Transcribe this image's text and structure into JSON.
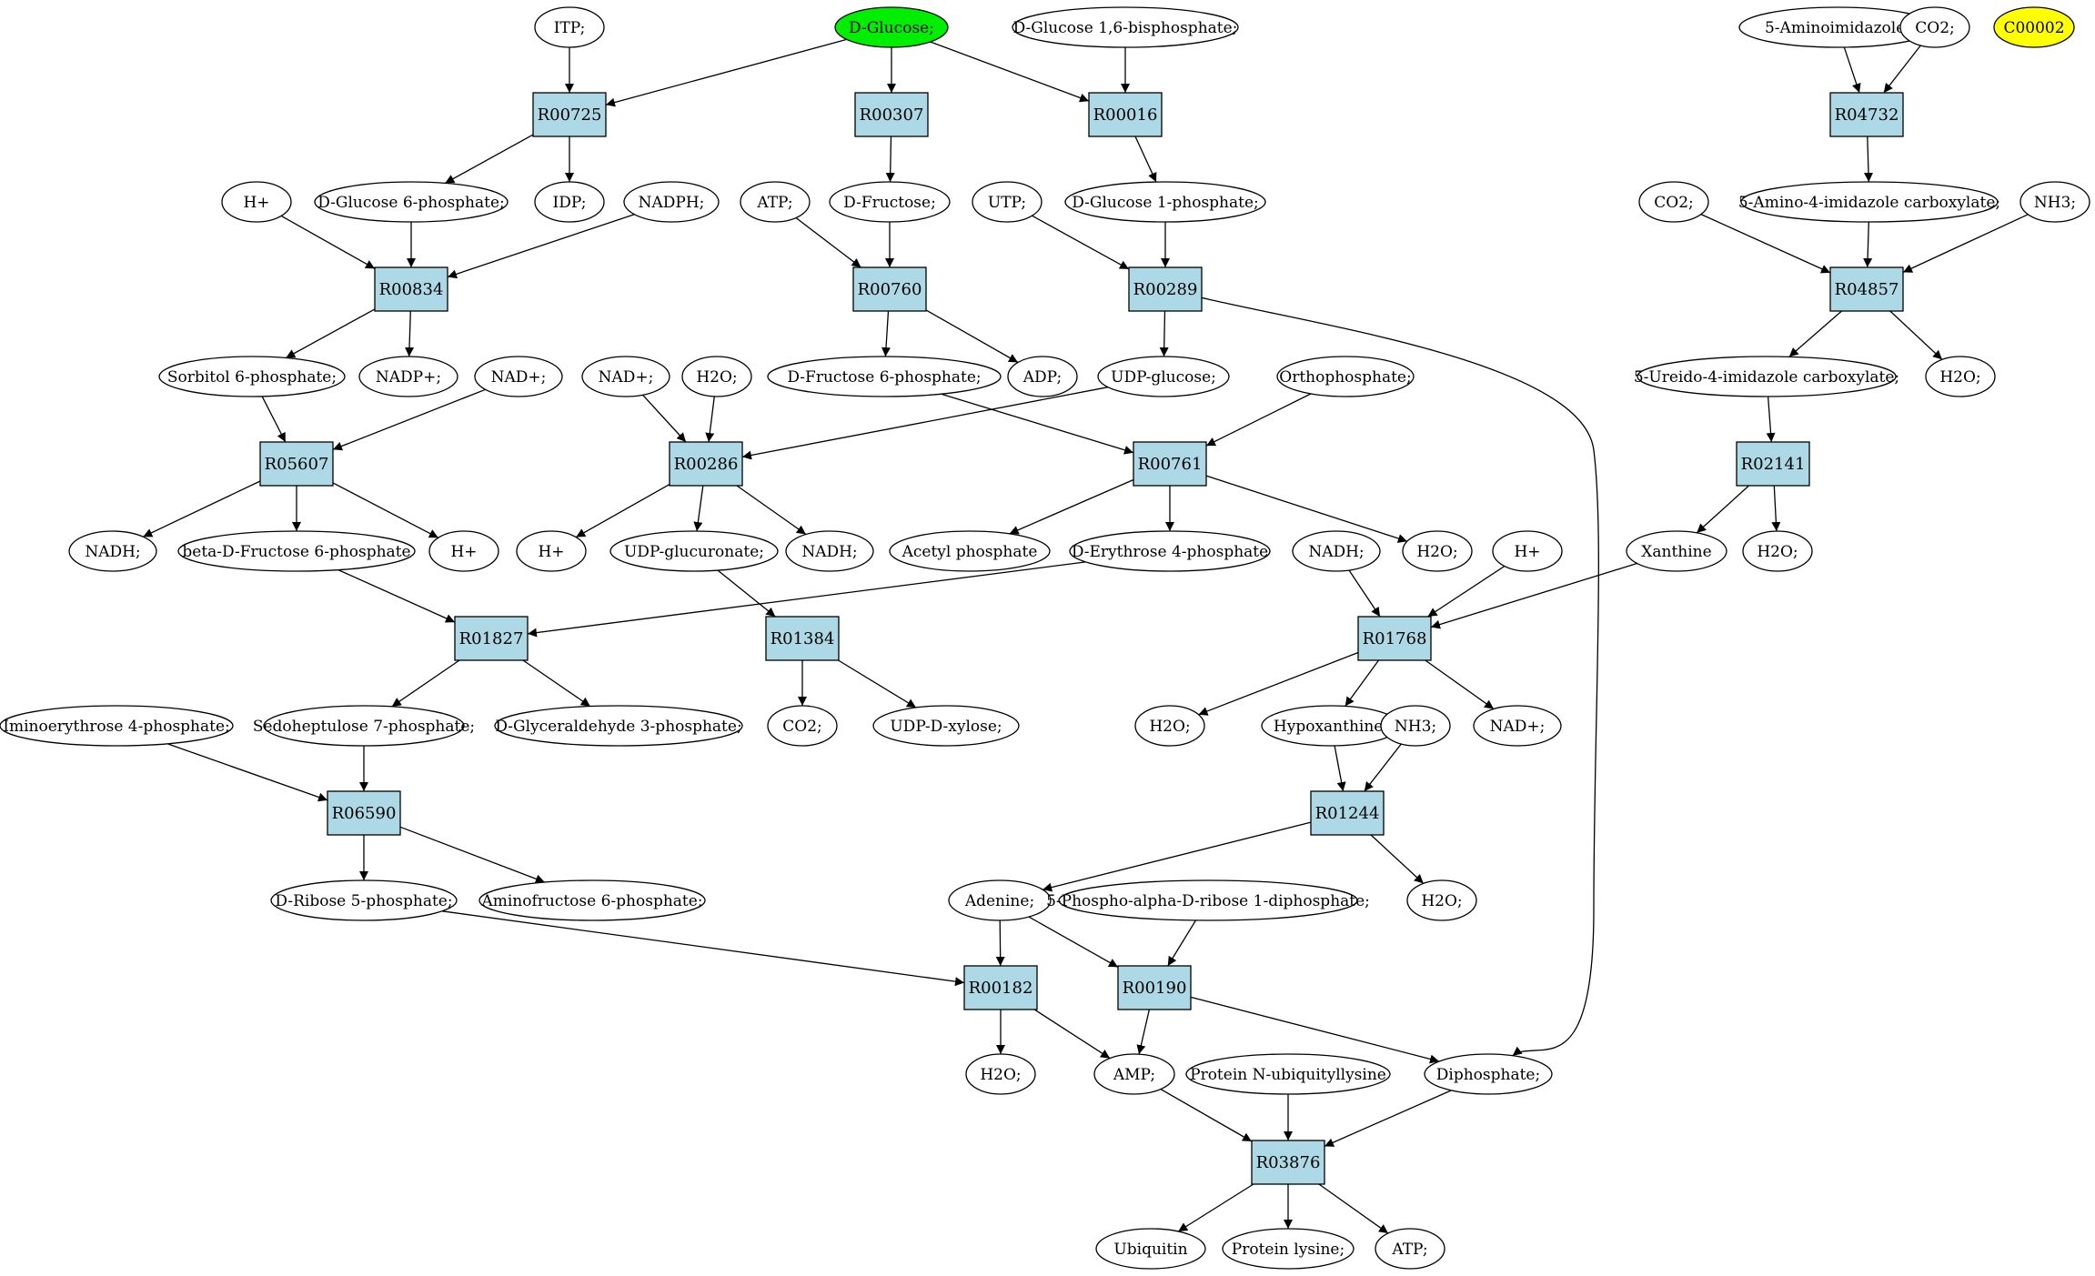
{
  "colors": {
    "compound_fill": "#ffffff",
    "start_fill": "#00ee00",
    "target_fill": "#ffff00",
    "reaction_fill": "#add8e6",
    "stroke": "#000000"
  },
  "compounds": [
    {
      "id": "itp",
      "label": "ITP;"
    },
    {
      "id": "glucose",
      "label": "D-Glucose;",
      "style": "start"
    },
    {
      "id": "g16bp",
      "label": "D-Glucose 1,6-bisphosphate;"
    },
    {
      "id": "aminoimidazole",
      "label": "5-Aminoimidazole;"
    },
    {
      "id": "co2_a",
      "label": "CO2;"
    },
    {
      "id": "c00002",
      "label": "C00002",
      "style": "target"
    },
    {
      "id": "h_a",
      "label": "H+"
    },
    {
      "id": "g6p",
      "label": "D-Glucose 6-phosphate;"
    },
    {
      "id": "idp",
      "label": "IDP;"
    },
    {
      "id": "nadph",
      "label": "NADPH;"
    },
    {
      "id": "atp_a",
      "label": "ATP;"
    },
    {
      "id": "fructose",
      "label": "D-Fructose;"
    },
    {
      "id": "utp",
      "label": "UTP;"
    },
    {
      "id": "g1p",
      "label": "D-Glucose 1-phosphate;"
    },
    {
      "id": "co2_b",
      "label": "CO2;"
    },
    {
      "id": "aic",
      "label": "5-Amino-4-imidazole carboxylate;"
    },
    {
      "id": "nh3_a",
      "label": "NH3;"
    },
    {
      "id": "sorbitol6p",
      "label": "Sorbitol 6-phosphate;"
    },
    {
      "id": "nadp",
      "label": "NADP+;"
    },
    {
      "id": "nad_a",
      "label": "NAD+;"
    },
    {
      "id": "nad_b",
      "label": "NAD+;"
    },
    {
      "id": "h2o_a",
      "label": "H2O;"
    },
    {
      "id": "f6p",
      "label": "D-Fructose 6-phosphate;"
    },
    {
      "id": "adp",
      "label": "ADP;"
    },
    {
      "id": "udpglucose",
      "label": "UDP-glucose;"
    },
    {
      "id": "orthophosphate",
      "label": "Orthophosphate;"
    },
    {
      "id": "ureido",
      "label": "5-Ureido-4-imidazole carboxylate;"
    },
    {
      "id": "h2o_b",
      "label": "H2O;"
    },
    {
      "id": "nadh_a",
      "label": "NADH;"
    },
    {
      "id": "bdf6p",
      "label": "beta-D-Fructose 6-phosphate"
    },
    {
      "id": "h_b",
      "label": "H+"
    },
    {
      "id": "h_c",
      "label": "H+"
    },
    {
      "id": "udpglucuronate",
      "label": "UDP-glucuronate;"
    },
    {
      "id": "nadh_b",
      "label": "NADH;"
    },
    {
      "id": "acetylp",
      "label": "Acetyl phosphate"
    },
    {
      "id": "e4p",
      "label": "D-Erythrose 4-phosphate"
    },
    {
      "id": "nadh_c",
      "label": "NADH;"
    },
    {
      "id": "h2o_c",
      "label": "H2O;"
    },
    {
      "id": "h_d",
      "label": "H+"
    },
    {
      "id": "xanthine",
      "label": "Xanthine"
    },
    {
      "id": "h2o_d",
      "label": "H2O;"
    },
    {
      "id": "iminoe4p",
      "label": "Iminoerythrose 4-phosphate;"
    },
    {
      "id": "s7p",
      "label": "Sedoheptulose 7-phosphate;"
    },
    {
      "id": "g3p",
      "label": "D-Glyceraldehyde 3-phosphate;"
    },
    {
      "id": "co2_c",
      "label": "CO2;"
    },
    {
      "id": "udpxylose",
      "label": "UDP-D-xylose;"
    },
    {
      "id": "h2o_e",
      "label": "H2O;"
    },
    {
      "id": "hypoxanthine",
      "label": "Hypoxanthine;"
    },
    {
      "id": "nh3_b",
      "label": "NH3;"
    },
    {
      "id": "nad_c",
      "label": "NAD+;"
    },
    {
      "id": "r5p",
      "label": "D-Ribose 5-phosphate;"
    },
    {
      "id": "aminofructose6p",
      "label": "Aminofructose 6-phosphate;"
    },
    {
      "id": "adenine",
      "label": "Adenine;"
    },
    {
      "id": "prpp",
      "label": "5-Phospho-alpha-D-ribose 1-diphosphate;"
    },
    {
      "id": "h2o_f",
      "label": "H2O;"
    },
    {
      "id": "h2o_g",
      "label": "H2O;"
    },
    {
      "id": "amp",
      "label": "AMP;"
    },
    {
      "id": "protnubl",
      "label": "Protein N-ubiquityllysine"
    },
    {
      "id": "diphosphate",
      "label": "Diphosphate;"
    },
    {
      "id": "ubiquitin",
      "label": "Ubiquitin"
    },
    {
      "id": "proteinlysine",
      "label": "Protein lysine;"
    },
    {
      "id": "atp_b",
      "label": "ATP;"
    }
  ],
  "reactions": [
    {
      "id": "R00725",
      "label": "R00725"
    },
    {
      "id": "R00307",
      "label": "R00307"
    },
    {
      "id": "R00016",
      "label": "R00016"
    },
    {
      "id": "R04732",
      "label": "R04732"
    },
    {
      "id": "R00834",
      "label": "R00834"
    },
    {
      "id": "R00760",
      "label": "R00760"
    },
    {
      "id": "R00289",
      "label": "R00289"
    },
    {
      "id": "R04857",
      "label": "R04857"
    },
    {
      "id": "R05607",
      "label": "R05607"
    },
    {
      "id": "R00286",
      "label": "R00286"
    },
    {
      "id": "R00761",
      "label": "R00761"
    },
    {
      "id": "R02141",
      "label": "R02141"
    },
    {
      "id": "R01827",
      "label": "R01827"
    },
    {
      "id": "R01384",
      "label": "R01384"
    },
    {
      "id": "R01768",
      "label": "R01768"
    },
    {
      "id": "R06590",
      "label": "R06590"
    },
    {
      "id": "R01244",
      "label": "R01244"
    },
    {
      "id": "R00182",
      "label": "R00182"
    },
    {
      "id": "R00190",
      "label": "R00190"
    },
    {
      "id": "R03876",
      "label": "R03876"
    }
  ],
  "edges": [
    [
      "itp",
      "R00725"
    ],
    [
      "glucose",
      "R00725"
    ],
    [
      "R00725",
      "g6p"
    ],
    [
      "R00725",
      "idp"
    ],
    [
      "glucose",
      "R00307"
    ],
    [
      "R00307",
      "fructose"
    ],
    [
      "glucose",
      "R00016"
    ],
    [
      "g16bp",
      "R00016"
    ],
    [
      "R00016",
      "g1p"
    ],
    [
      "aminoimidazole",
      "R04732"
    ],
    [
      "co2_a",
      "R04732"
    ],
    [
      "R04732",
      "aic"
    ],
    [
      "h_a",
      "R00834"
    ],
    [
      "g6p",
      "R00834"
    ],
    [
      "nadph",
      "R00834"
    ],
    [
      "R00834",
      "sorbitol6p"
    ],
    [
      "R00834",
      "nadp"
    ],
    [
      "atp_a",
      "R00760"
    ],
    [
      "fructose",
      "R00760"
    ],
    [
      "R00760",
      "f6p"
    ],
    [
      "R00760",
      "adp"
    ],
    [
      "utp",
      "R00289"
    ],
    [
      "g1p",
      "R00289"
    ],
    [
      "R00289",
      "udpglucose"
    ],
    [
      "R00289",
      "diphosphate"
    ],
    [
      "co2_b",
      "R04857"
    ],
    [
      "aic",
      "R04857"
    ],
    [
      "nh3_a",
      "R04857"
    ],
    [
      "R04857",
      "ureido"
    ],
    [
      "R04857",
      "h2o_b"
    ],
    [
      "sorbitol6p",
      "R05607"
    ],
    [
      "nad_a",
      "R05607"
    ],
    [
      "R05607",
      "nadh_a"
    ],
    [
      "R05607",
      "bdf6p"
    ],
    [
      "R05607",
      "h_b"
    ],
    [
      "nad_b",
      "R00286"
    ],
    [
      "h2o_a",
      "R00286"
    ],
    [
      "udpglucose",
      "R00286"
    ],
    [
      "R00286",
      "h_c"
    ],
    [
      "R00286",
      "udpglucuronate"
    ],
    [
      "R00286",
      "nadh_b"
    ],
    [
      "f6p",
      "R00761"
    ],
    [
      "orthophosphate",
      "R00761"
    ],
    [
      "R00761",
      "acetylp"
    ],
    [
      "R00761",
      "e4p"
    ],
    [
      "R00761",
      "h2o_c"
    ],
    [
      "ureido",
      "R02141"
    ],
    [
      "R02141",
      "xanthine"
    ],
    [
      "R02141",
      "h2o_d"
    ],
    [
      "bdf6p",
      "R01827"
    ],
    [
      "e4p",
      "R01827"
    ],
    [
      "R01827",
      "s7p"
    ],
    [
      "R01827",
      "g3p"
    ],
    [
      "udpglucuronate",
      "R01384"
    ],
    [
      "R01384",
      "co2_c"
    ],
    [
      "R01384",
      "udpxylose"
    ],
    [
      "nadh_c",
      "R01768"
    ],
    [
      "h_d",
      "R01768"
    ],
    [
      "xanthine",
      "R01768"
    ],
    [
      "R01768",
      "h2o_e"
    ],
    [
      "R01768",
      "hypoxanthine"
    ],
    [
      "R01768",
      "nad_c"
    ],
    [
      "iminoe4p",
      "R06590"
    ],
    [
      "s7p",
      "R06590"
    ],
    [
      "R06590",
      "r5p"
    ],
    [
      "R06590",
      "aminofructose6p"
    ],
    [
      "hypoxanthine",
      "R01244"
    ],
    [
      "nh3_b",
      "R01244"
    ],
    [
      "R01244",
      "adenine"
    ],
    [
      "R01244",
      "h2o_f"
    ],
    [
      "r5p",
      "R00182"
    ],
    [
      "adenine",
      "R00182"
    ],
    [
      "R00182",
      "h2o_g"
    ],
    [
      "R00182",
      "amp"
    ],
    [
      "adenine",
      "R00190"
    ],
    [
      "prpp",
      "R00190"
    ],
    [
      "R00190",
      "amp"
    ],
    [
      "R00190",
      "diphosphate"
    ],
    [
      "amp",
      "R03876"
    ],
    [
      "protnubl",
      "R03876"
    ],
    [
      "diphosphate",
      "R03876"
    ],
    [
      "R03876",
      "ubiquitin"
    ],
    [
      "R03876",
      "proteinlysine"
    ],
    [
      "R03876",
      "atp_b"
    ]
  ]
}
